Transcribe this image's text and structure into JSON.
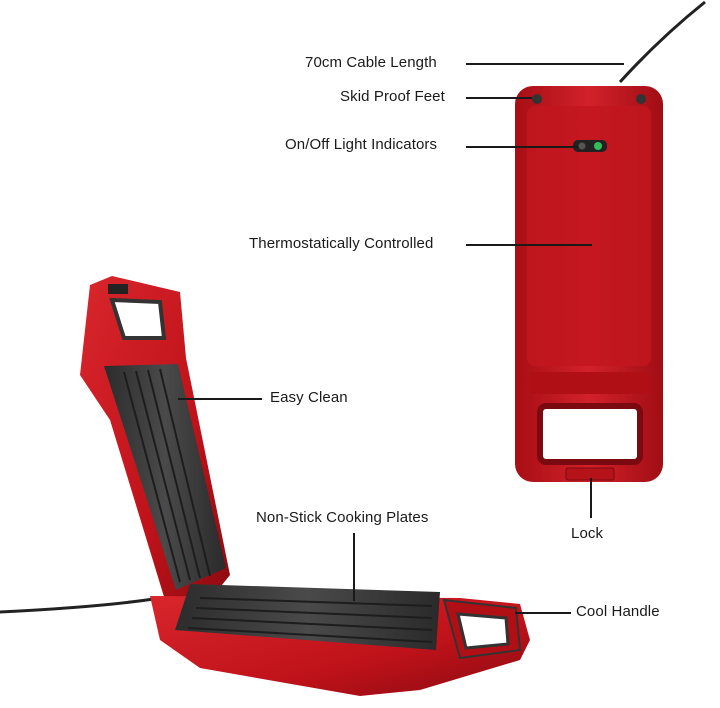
{
  "callouts": {
    "cable_length": "70cm Cable Length",
    "skid_proof_feet": "Skid Proof Feet",
    "light_indicators": "On/Off Light Indicators",
    "thermostat": "Thermostatically Controlled",
    "easy_clean": "Easy Clean",
    "non_stick": "Non-Stick Cooking Plates",
    "lock": "Lock",
    "cool_handle": "Cool Handle"
  },
  "colors": {
    "body_red": "#c8141c",
    "body_dark_red": "#8e0c12",
    "plate_dark": "#3a3a3a",
    "indicator_green": "#2fbf5a"
  }
}
